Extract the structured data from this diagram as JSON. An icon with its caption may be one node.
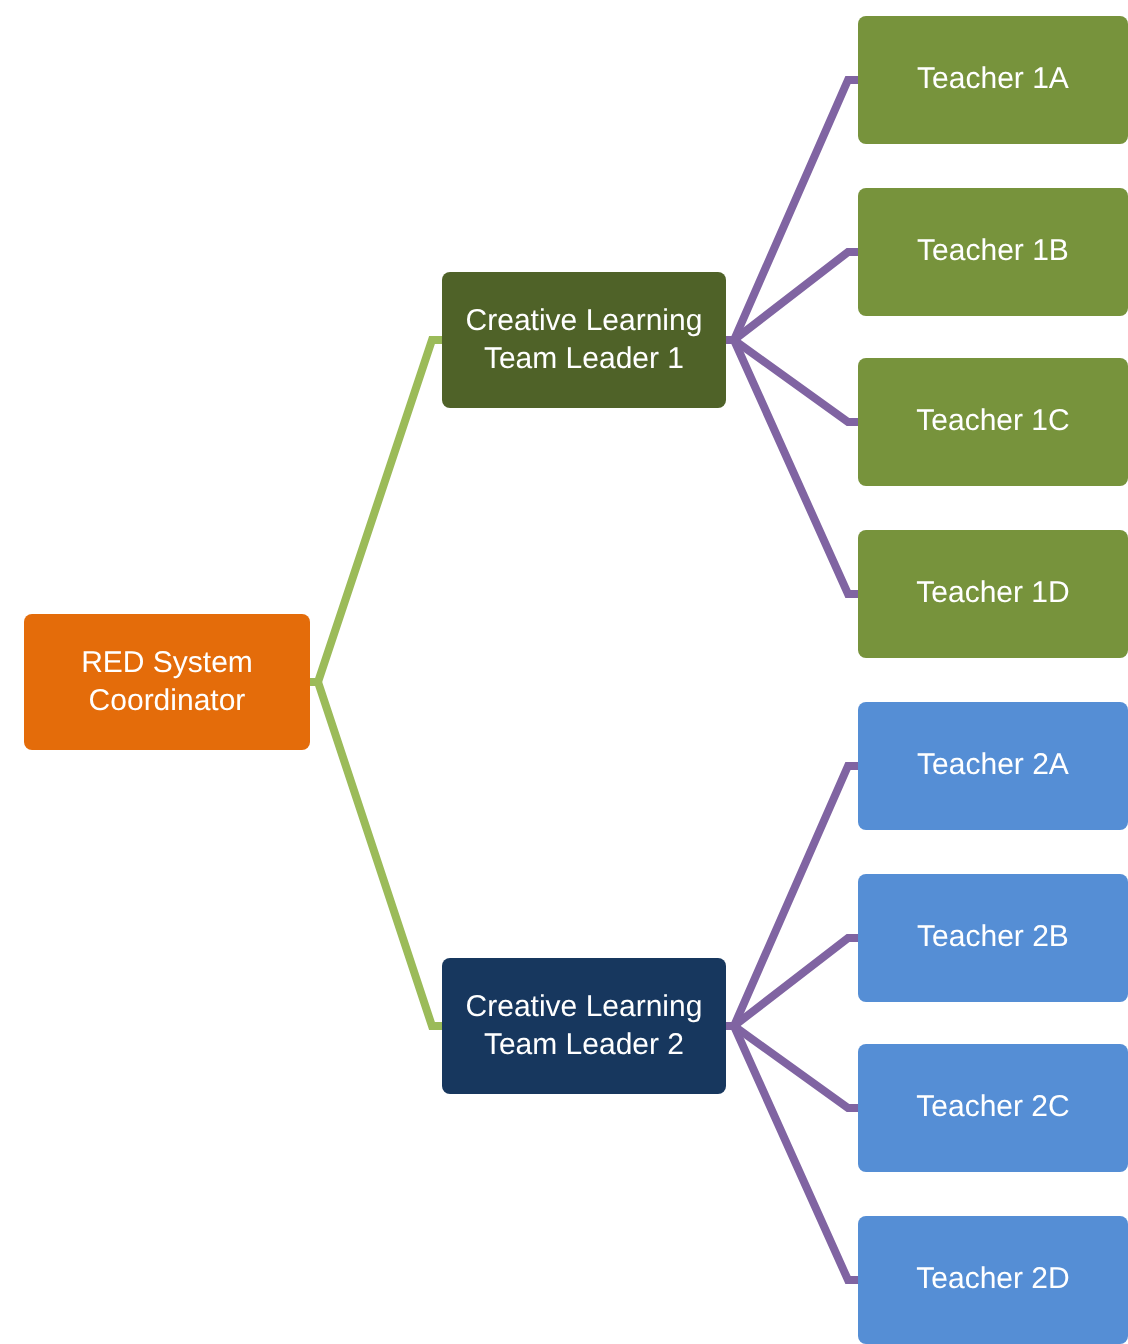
{
  "diagram": {
    "nodes": [
      {
        "text": [
          "RED System Coordinator"
        ]
      },
      {
        "text": [
          "Creative Learning Team Leader 1"
        ]
      },
      {
        "text": [
          "Creative Learning Team Leader 2"
        ]
      },
      {
        "text": [
          "Teacher 1A"
        ]
      },
      {
        "text": [
          "Teacher 1B"
        ]
      },
      {
        "text": [
          "Teacher 1C"
        ]
      },
      {
        "text": [
          "Teacher 1D"
        ]
      },
      {
        "text": [
          "Teacher 2A"
        ]
      },
      {
        "text": [
          "Teacher 2B"
        ]
      },
      {
        "text": [
          "Teacher 2C"
        ]
      },
      {
        "text": [
          "Teacher 2D"
        ]
      }
    ],
    "edges": [
      {
        "from": 0,
        "to": 1,
        "arrow": "none",
        "color": "#9bbb59"
      },
      {
        "from": 0,
        "to": 2,
        "arrow": "none",
        "color": "#9bbb59"
      },
      {
        "from": 1,
        "to": 3,
        "arrow": "none"
      },
      {
        "from": 1,
        "to": 4,
        "arrow": "none"
      },
      {
        "from": 1,
        "to": 5,
        "arrow": "none"
      },
      {
        "from": 1,
        "to": 6,
        "arrow": "none"
      },
      {
        "from": 2,
        "to": 7,
        "arrow": "none"
      },
      {
        "from": 2,
        "to": 8,
        "arrow": "none"
      },
      {
        "from": 2,
        "to": 9,
        "arrow": "none"
      },
      {
        "from": 2,
        "to": 10,
        "arrow": "none"
      }
    ]
  }
}
